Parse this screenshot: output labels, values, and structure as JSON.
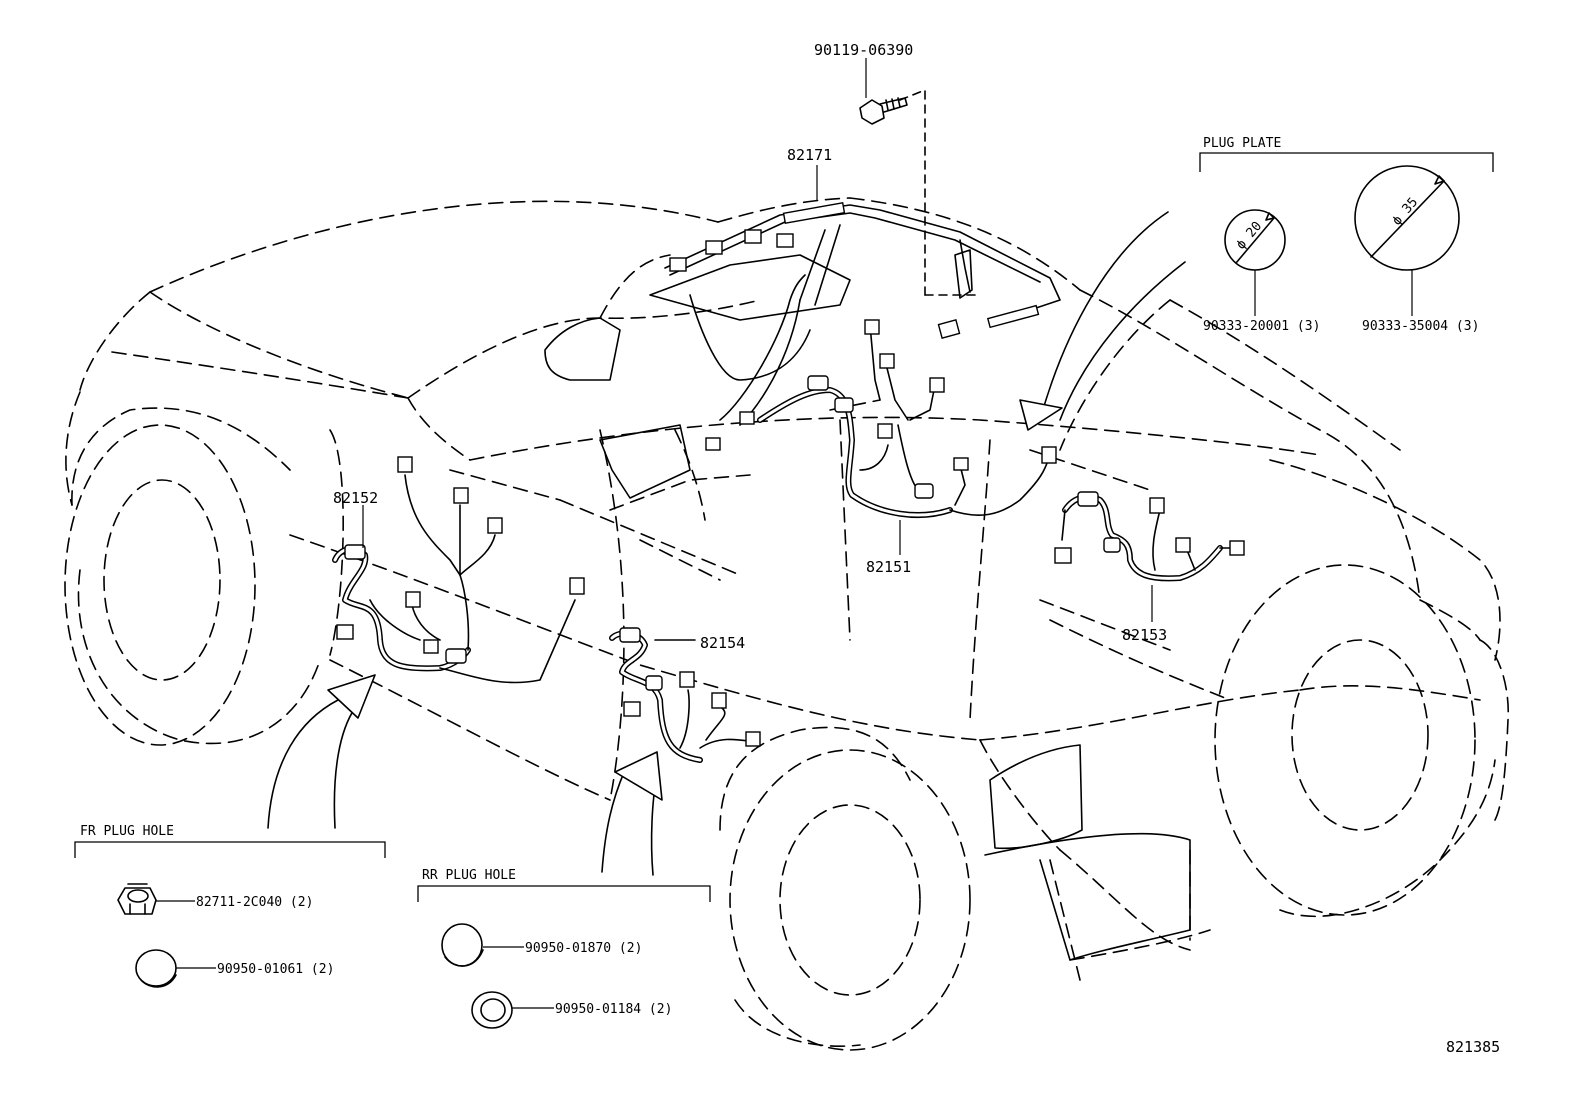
{
  "callouts": {
    "bolt": "90119-06390",
    "roof_harness": "82171",
    "fr_harness_left": "82152",
    "center_harness": "82151",
    "rr_harness_left": "82154",
    "rr_harness_right": "82153"
  },
  "plug_plate": {
    "title": "PLUG PLATE",
    "small": {
      "dia": "ϕ 20",
      "part": "90333-20001 (3)"
    },
    "large": {
      "dia": "ϕ 35",
      "part": "90333-35004 (3)"
    }
  },
  "fr_plug_hole": {
    "title": "FR PLUG HOLE",
    "parts": [
      "82711-2C040 (2)",
      "90950-01061 (2)"
    ]
  },
  "rr_plug_hole": {
    "title": "RR PLUG HOLE",
    "parts": [
      "90950-01870 (2)",
      "90950-01184 (2)"
    ]
  },
  "illustration_number": "821385"
}
